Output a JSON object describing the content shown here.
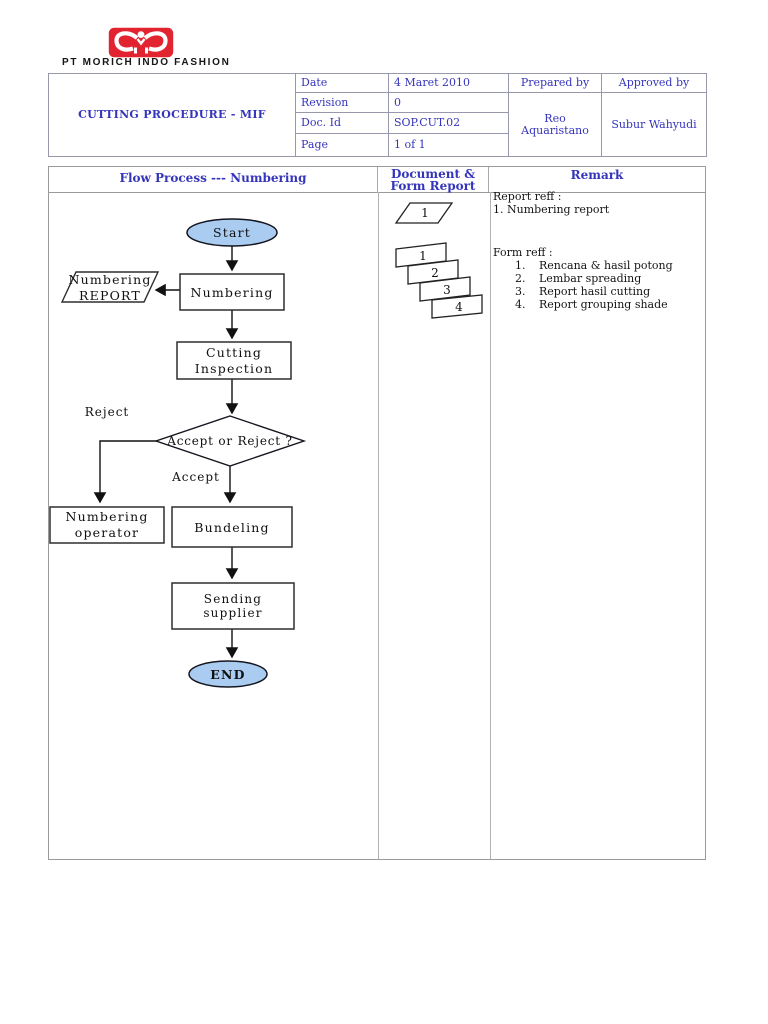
{
  "logo": {
    "company": "PT MORICH INDO FASHION",
    "red": "#e22430"
  },
  "header": {
    "title": "CUTTING PROCEDURE - MIF",
    "rows": [
      {
        "label": "Date",
        "value": "4 Maret 2010"
      },
      {
        "label": "Revision",
        "value": "0"
      },
      {
        "label": "Doc. Id",
        "value": "SOP.CUT.02"
      },
      {
        "label": "Page",
        "value": "1 of 1"
      }
    ],
    "prepared_by_label": "Prepared by",
    "approved_by_label": "Approved by",
    "prepared_by_name": "Reo Aquaristano",
    "approved_by_name": "Subur Wahyudi",
    "text_color": "#3535bb"
  },
  "flow_table": {
    "col1_header": "Flow Process --- Numbering",
    "col2_header": "Document & Form Report",
    "col3_header": "Remark"
  },
  "flowchart": {
    "start": "Start",
    "numbering_report_line1": "Numbering",
    "numbering_report_line2": "REPORT",
    "numbering": "Numbering",
    "cutting_line1": "Cutting",
    "cutting_line2": "Inspection",
    "reject_label": "Reject",
    "decision": "Accept or Reject ?",
    "accept_label": "Accept",
    "operator_line1": "Numbering",
    "operator_line2": "operator",
    "bundeling": "Bundeling",
    "sending": "Sending supplier",
    "end": "END",
    "terminator_fill": "#a9ccf0"
  },
  "documents": {
    "report_shape_number": "1",
    "form_numbers": [
      "1",
      "2",
      "3",
      "4"
    ]
  },
  "remark": {
    "report_title": "Report reff :",
    "report_item": "1. Numbering report",
    "form_title": "Form reff :",
    "form_items": [
      {
        "num": "1.",
        "label": "Rencana & hasil potong"
      },
      {
        "num": "2.",
        "label": "Lembar spreading"
      },
      {
        "num": "3.",
        "label": "Report hasil cutting"
      },
      {
        "num": "4.",
        "label": "Report grouping shade"
      }
    ]
  }
}
